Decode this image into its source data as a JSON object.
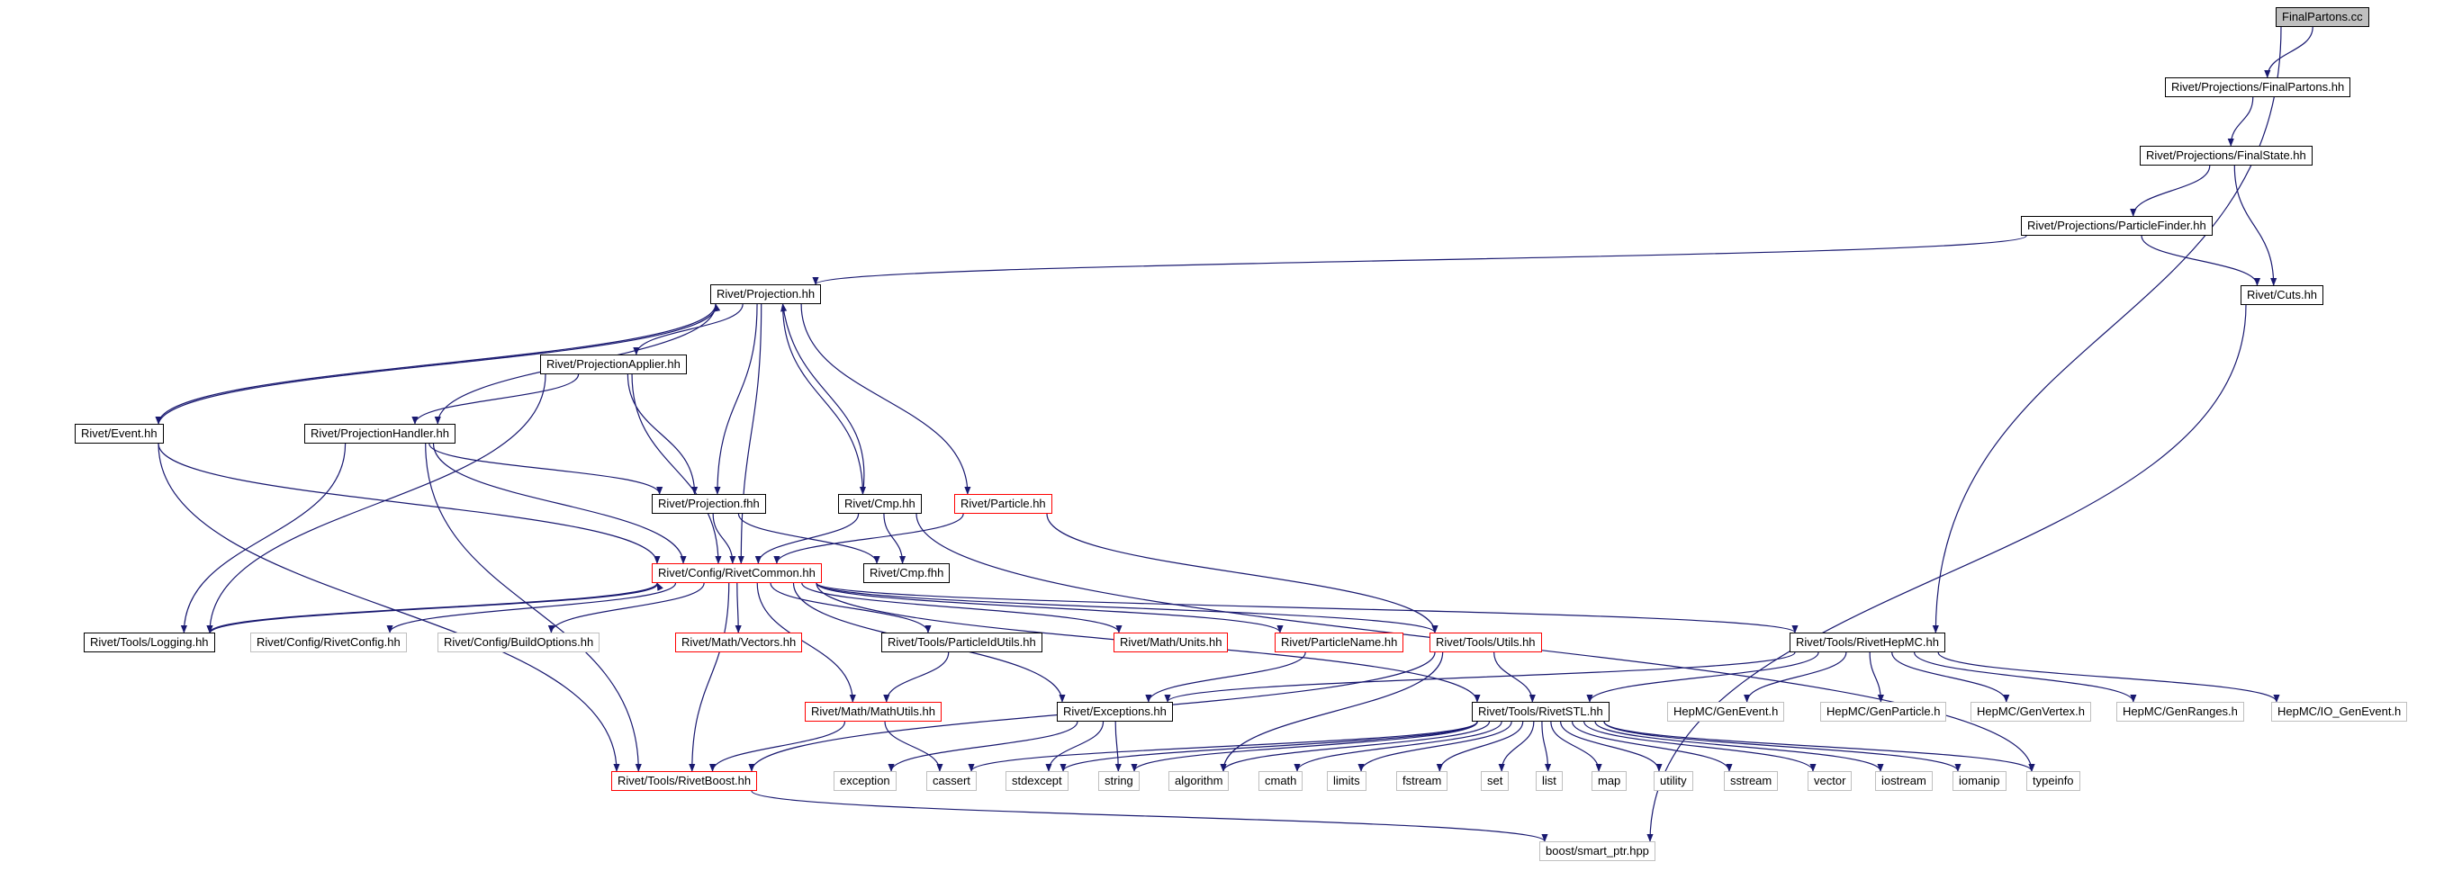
{
  "colors": {
    "edge": "#191970",
    "node_border_linked": "#000000",
    "node_border_incomplete": "#ff0000",
    "node_border_external": "#bfbfbf",
    "root_fill": "#bfbfbf"
  },
  "nodes": [
    {
      "id": "finalpartons_cc",
      "label": "FinalPartons.cc",
      "style": "root"
    },
    {
      "id": "finalpartons_hh",
      "label": "Rivet/Projections/FinalPartons.hh",
      "style": "linked"
    },
    {
      "id": "finalstate_hh",
      "label": "Rivet/Projections/FinalState.hh",
      "style": "linked"
    },
    {
      "id": "particlefinder_hh",
      "label": "Rivet/Projections/ParticleFinder.hh",
      "style": "linked"
    },
    {
      "id": "cuts_hh",
      "label": "Rivet/Cuts.hh",
      "style": "linked"
    },
    {
      "id": "projection_hh",
      "label": "Rivet/Projection.hh",
      "style": "linked"
    },
    {
      "id": "projectionapplier_hh",
      "label": "Rivet/ProjectionApplier.hh",
      "style": "linked"
    },
    {
      "id": "event_hh",
      "label": "Rivet/Event.hh",
      "style": "linked"
    },
    {
      "id": "projectionhandler_hh",
      "label": "Rivet/ProjectionHandler.hh",
      "style": "linked"
    },
    {
      "id": "projection_fhh",
      "label": "Rivet/Projection.fhh",
      "style": "linked"
    },
    {
      "id": "cmp_hh",
      "label": "Rivet/Cmp.hh",
      "style": "linked"
    },
    {
      "id": "particle_hh",
      "label": "Rivet/Particle.hh",
      "style": "incomplete"
    },
    {
      "id": "rivetcommon_hh",
      "label": "Rivet/Config/RivetCommon.hh",
      "style": "incomplete"
    },
    {
      "id": "cmp_fhh",
      "label": "Rivet/Cmp.fhh",
      "style": "linked"
    },
    {
      "id": "logging_hh",
      "label": "Rivet/Tools/Logging.hh",
      "style": "linked"
    },
    {
      "id": "rivetconfig_hh",
      "label": "Rivet/Config/RivetConfig.hh",
      "style": "external"
    },
    {
      "id": "buildoptions_hh",
      "label": "Rivet/Config/BuildOptions.hh",
      "style": "external"
    },
    {
      "id": "vectors_hh",
      "label": "Rivet/Math/Vectors.hh",
      "style": "incomplete"
    },
    {
      "id": "particleidutils_hh",
      "label": "Rivet/Tools/ParticleIdUtils.hh",
      "style": "linked"
    },
    {
      "id": "units_hh",
      "label": "Rivet/Math/Units.hh",
      "style": "incomplete"
    },
    {
      "id": "particlename_hh",
      "label": "Rivet/ParticleName.hh",
      "style": "incomplete"
    },
    {
      "id": "utils_hh",
      "label": "Rivet/Tools/Utils.hh",
      "style": "incomplete"
    },
    {
      "id": "rivethepmc_hh",
      "label": "Rivet/Tools/RivetHepMC.hh",
      "style": "linked"
    },
    {
      "id": "mathutils_hh",
      "label": "Rivet/Math/MathUtils.hh",
      "style": "incomplete"
    },
    {
      "id": "exceptions_hh",
      "label": "Rivet/Exceptions.hh",
      "style": "linked"
    },
    {
      "id": "rivetstl_hh",
      "label": "Rivet/Tools/RivetSTL.hh",
      "style": "linked"
    },
    {
      "id": "genevent_h",
      "label": "HepMC/GenEvent.h",
      "style": "external"
    },
    {
      "id": "genparticle_h",
      "label": "HepMC/GenParticle.h",
      "style": "external"
    },
    {
      "id": "genvertex_h",
      "label": "HepMC/GenVertex.h",
      "style": "external"
    },
    {
      "id": "genranges_h",
      "label": "HepMC/GenRanges.h",
      "style": "external"
    },
    {
      "id": "io_genevent_h",
      "label": "HepMC/IO_GenEvent.h",
      "style": "external"
    },
    {
      "id": "rivetboost_hh",
      "label": "Rivet/Tools/RivetBoost.hh",
      "style": "incomplete"
    },
    {
      "id": "exception",
      "label": "exception",
      "style": "external"
    },
    {
      "id": "cassert",
      "label": "cassert",
      "style": "external"
    },
    {
      "id": "stdexcept",
      "label": "stdexcept",
      "style": "external"
    },
    {
      "id": "string",
      "label": "string",
      "style": "external"
    },
    {
      "id": "algorithm",
      "label": "algorithm",
      "style": "external"
    },
    {
      "id": "cmath",
      "label": "cmath",
      "style": "external"
    },
    {
      "id": "limits",
      "label": "limits",
      "style": "external"
    },
    {
      "id": "fstream",
      "label": "fstream",
      "style": "external"
    },
    {
      "id": "set",
      "label": "set",
      "style": "external"
    },
    {
      "id": "list",
      "label": "list",
      "style": "external"
    },
    {
      "id": "map",
      "label": "map",
      "style": "external"
    },
    {
      "id": "utility",
      "label": "utility",
      "style": "external"
    },
    {
      "id": "sstream",
      "label": "sstream",
      "style": "external"
    },
    {
      "id": "vector",
      "label": "vector",
      "style": "external"
    },
    {
      "id": "iostream",
      "label": "iostream",
      "style": "external"
    },
    {
      "id": "iomanip",
      "label": "iomanip",
      "style": "external"
    },
    {
      "id": "typeinfo",
      "label": "typeinfo",
      "style": "external"
    },
    {
      "id": "smart_ptr_hpp",
      "label": "boost/smart_ptr.hpp",
      "style": "external"
    }
  ],
  "edges": [
    [
      "finalpartons_cc",
      "finalpartons_hh"
    ],
    [
      "finalpartons_cc",
      "rivethepmc_hh"
    ],
    [
      "finalpartons_hh",
      "finalstate_hh"
    ],
    [
      "finalstate_hh",
      "particlefinder_hh"
    ],
    [
      "finalstate_hh",
      "cuts_hh"
    ],
    [
      "particlefinder_hh",
      "projection_hh"
    ],
    [
      "particlefinder_hh",
      "cuts_hh"
    ],
    [
      "cuts_hh",
      "smart_ptr_hpp"
    ],
    [
      "projection_hh",
      "projectionapplier_hh"
    ],
    [
      "projection_hh",
      "event_hh"
    ],
    [
      "projection_hh",
      "projectionhandler_hh"
    ],
    [
      "projection_hh",
      "projection_fhh"
    ],
    [
      "projection_hh",
      "rivetcommon_hh"
    ],
    [
      "projection_hh",
      "cmp_hh"
    ],
    [
      "projection_hh",
      "particle_hh"
    ],
    [
      "event_hh",
      "projection_hh"
    ],
    [
      "event_hh",
      "rivetcommon_hh"
    ],
    [
      "event_hh",
      "rivetboost_hh"
    ],
    [
      "projectionapplier_hh",
      "projectionhandler_hh"
    ],
    [
      "projectionapplier_hh",
      "projection_fhh"
    ],
    [
      "projectionapplier_hh",
      "rivetcommon_hh"
    ],
    [
      "projectionapplier_hh",
      "logging_hh"
    ],
    [
      "projectionhandler_hh",
      "projection_fhh"
    ],
    [
      "projectionhandler_hh",
      "rivetcommon_hh"
    ],
    [
      "projectionhandler_hh",
      "logging_hh"
    ],
    [
      "projectionhandler_hh",
      "rivetboost_hh"
    ],
    [
      "projection_fhh",
      "rivetcommon_hh"
    ],
    [
      "projection_fhh",
      "cmp_fhh"
    ],
    [
      "cmp_hh",
      "projection_hh"
    ],
    [
      "cmp_hh",
      "rivetcommon_hh"
    ],
    [
      "cmp_hh",
      "cmp_fhh"
    ],
    [
      "cmp_hh",
      "typeinfo"
    ],
    [
      "particle_hh",
      "rivetcommon_hh"
    ],
    [
      "particle_hh",
      "utils_hh"
    ],
    [
      "rivetcommon_hh",
      "logging_hh"
    ],
    [
      "rivetcommon_hh",
      "rivetconfig_hh"
    ],
    [
      "rivetcommon_hh",
      "buildoptions_hh"
    ],
    [
      "rivetcommon_hh",
      "vectors_hh"
    ],
    [
      "rivetcommon_hh",
      "particleidutils_hh"
    ],
    [
      "rivetcommon_hh",
      "units_hh"
    ],
    [
      "rivetcommon_hh",
      "particlename_hh"
    ],
    [
      "rivetcommon_hh",
      "utils_hh"
    ],
    [
      "rivetcommon_hh",
      "rivethepmc_hh"
    ],
    [
      "rivetcommon_hh",
      "mathutils_hh"
    ],
    [
      "rivetcommon_hh",
      "exceptions_hh"
    ],
    [
      "rivetcommon_hh",
      "rivetstl_hh"
    ],
    [
      "rivetcommon_hh",
      "rivetboost_hh"
    ],
    [
      "logging_hh",
      "rivetcommon_hh"
    ],
    [
      "particleidutils_hh",
      "mathutils_hh"
    ],
    [
      "particlename_hh",
      "exceptions_hh"
    ],
    [
      "utils_hh",
      "rivetstl_hh"
    ],
    [
      "utils_hh",
      "rivetboost_hh"
    ],
    [
      "utils_hh",
      "algorithm"
    ],
    [
      "rivethepmc_hh",
      "rivetstl_hh"
    ],
    [
      "rivethepmc_hh",
      "exceptions_hh"
    ],
    [
      "rivethepmc_hh",
      "genevent_h"
    ],
    [
      "rivethepmc_hh",
      "genparticle_h"
    ],
    [
      "rivethepmc_hh",
      "genvertex_h"
    ],
    [
      "rivethepmc_hh",
      "genranges_h"
    ],
    [
      "rivethepmc_hh",
      "io_genevent_h"
    ],
    [
      "mathutils_hh",
      "rivetboost_hh"
    ],
    [
      "mathutils_hh",
      "cassert"
    ],
    [
      "exceptions_hh",
      "exception"
    ],
    [
      "exceptions_hh",
      "stdexcept"
    ],
    [
      "exceptions_hh",
      "string"
    ],
    [
      "rivetstl_hh",
      "cassert"
    ],
    [
      "rivetstl_hh",
      "stdexcept"
    ],
    [
      "rivetstl_hh",
      "string"
    ],
    [
      "rivetstl_hh",
      "algorithm"
    ],
    [
      "rivetstl_hh",
      "cmath"
    ],
    [
      "rivetstl_hh",
      "limits"
    ],
    [
      "rivetstl_hh",
      "fstream"
    ],
    [
      "rivetstl_hh",
      "set"
    ],
    [
      "rivetstl_hh",
      "list"
    ],
    [
      "rivetstl_hh",
      "map"
    ],
    [
      "rivetstl_hh",
      "utility"
    ],
    [
      "rivetstl_hh",
      "sstream"
    ],
    [
      "rivetstl_hh",
      "vector"
    ],
    [
      "rivetstl_hh",
      "iostream"
    ],
    [
      "rivetstl_hh",
      "iomanip"
    ],
    [
      "rivetstl_hh",
      "typeinfo"
    ],
    [
      "rivetboost_hh",
      "smart_ptr_hpp"
    ]
  ]
}
